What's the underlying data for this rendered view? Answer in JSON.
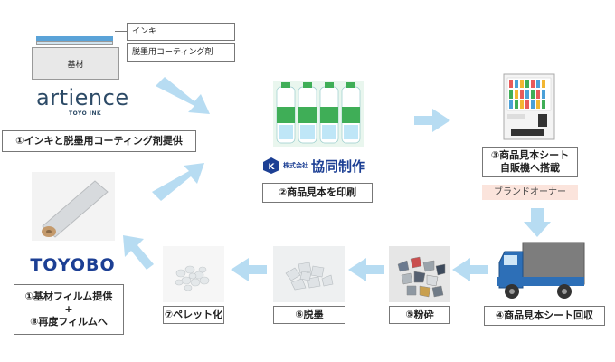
{
  "layer_diagram": {
    "ink_label": "インキ",
    "coating_label": "脱墨用コーティング剤",
    "substrate_label": "基材"
  },
  "logos": {
    "artience_name": "artience",
    "artience_sub": "TOYO INK",
    "kyodo_prefix": "株式会社",
    "kyodo_name": "協同制作",
    "toyobo_name": "TOYOBO"
  },
  "steps": {
    "step1_ink": "①インキと脱墨用コーティング剤提供",
    "step2": "②商品見本を印刷",
    "step3_line1": "③商品見本シート",
    "step3_line2": "自販機へ搭載",
    "brand_owner": "ブランドオーナー",
    "step4": "④商品見本シート回収",
    "step5": "⑤粉砕",
    "step6": "⑥脱墨",
    "step7": "⑦ペレット化",
    "step1_film_line1": "①基材フィルム提供",
    "step1_film_plus": "+",
    "step8_line": "⑧再度フィルムへ"
  },
  "colors": {
    "arrow": "#b7dcf2",
    "brand_owner_bg": "#fbe4dc",
    "logo_blue": "#1c3f94",
    "artience_text": "#2c4a66"
  }
}
